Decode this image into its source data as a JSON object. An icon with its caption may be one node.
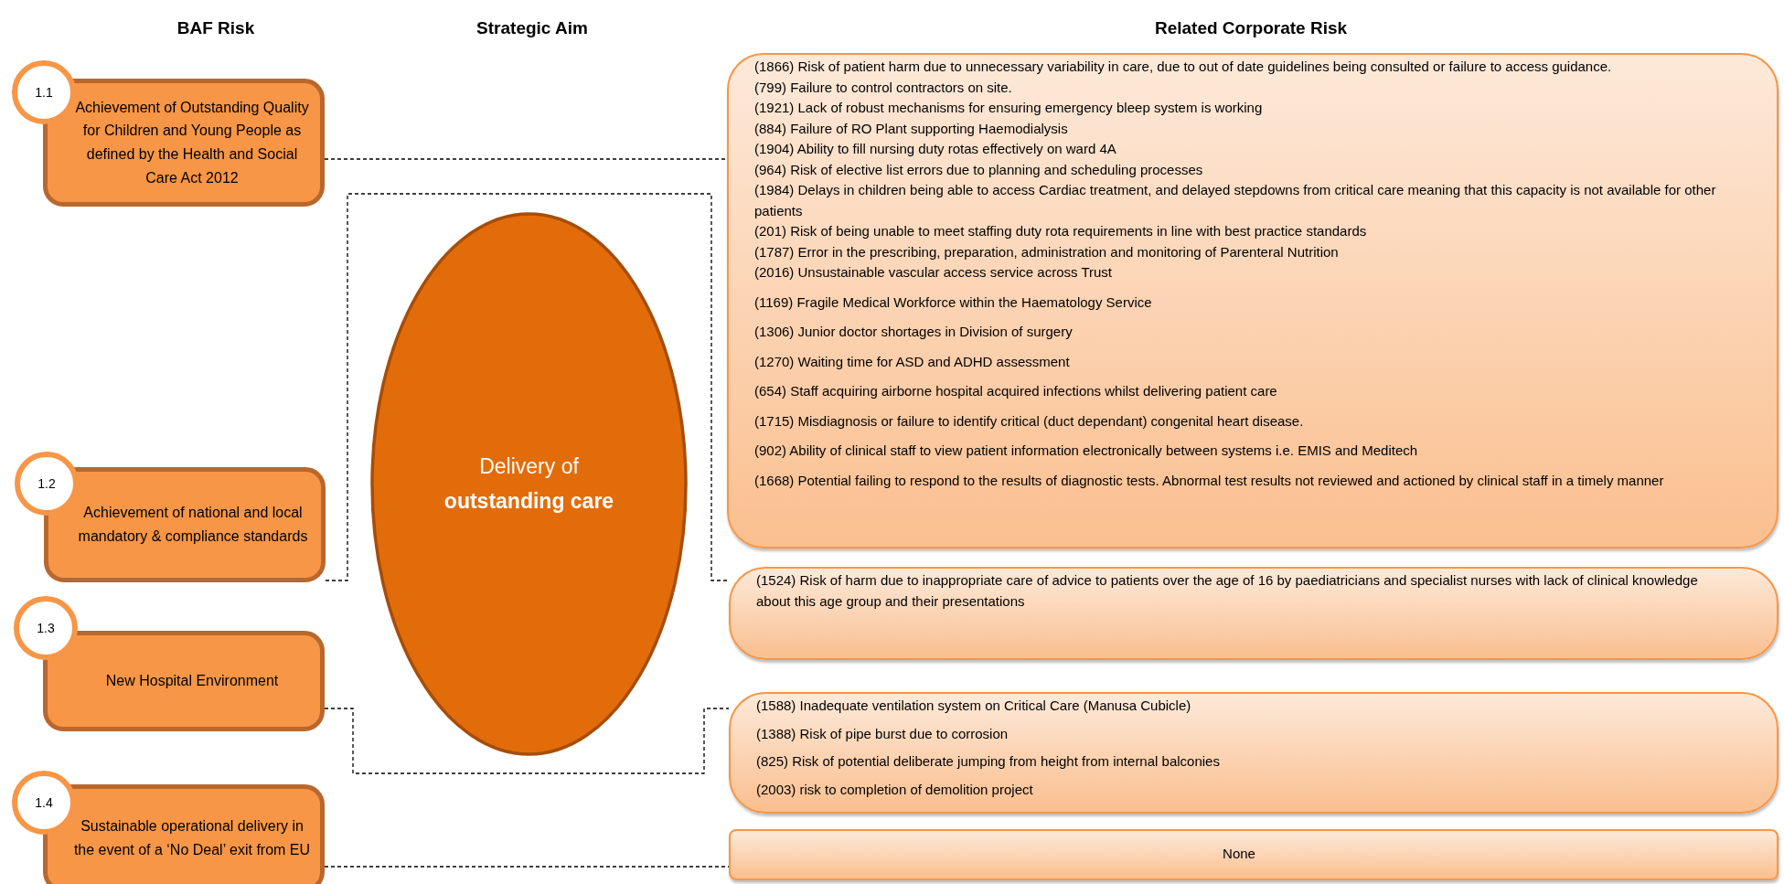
{
  "diagram": {
    "nodes": [
      {
        "text": [
          "1.1"
        ]
      },
      {
        "text": [
          "Achievement of Outstanding Quality for Children and Young People as defined by the Health and Social Care Act 2012"
        ]
      },
      {
        "text": [
          "1.2"
        ]
      },
      {
        "text": [
          "Achievement of national and local mandatory & compliance standards"
        ]
      },
      {
        "text": [
          "1.3"
        ]
      },
      {
        "text": [
          "New Hospital Environment"
        ]
      },
      {
        "text": [
          "1.4"
        ]
      },
      {
        "text": [
          "Sustainable operational delivery in the event of a ‘No Deal’ exit from EU"
        ]
      },
      {
        "text": [
          "Delivery of **outstanding care**"
        ]
      },
      {
        "text": [
          "(1866) Risk of patient harm due to unnecessary variability in care, due to out of date guidelines being consulted or failure to access guidance.",
          "(799) Failure to control contractors on site.",
          "(1921) Lack of robust mechanisms for ensuring emergency bleep system is working",
          "(884) Failure of RO Plant supporting Haemodialysis",
          "(1904) Ability to fill nursing duty rotas effectively on ward 4A",
          "(964)  Risk of elective list errors due to planning and scheduling processes",
          "(1984) Delays in children being able to access Cardiac treatment, and delayed stepdowns from critical care meaning that this capacity is not available for other patients",
          "(201) Risk of being unable to meet staffing duty rota requirements in line with best practice standards",
          "(1787) Error in the prescribing, preparation, administration and monitoring of Parenteral Nutrition",
          "(2016) Unsustainable vascular access service across Trust",
          "(1169) Fragile Medical Workforce within the Haematology Service",
          "(1306) Junior doctor shortages in Division of surgery",
          "(1270) Waiting time for ASD and ADHD assessment",
          "(654) Staff acquiring airborne hospital acquired infections whilst delivering patient care",
          "(1715)  Misdiagnosis or failure to identify critical (duct dependant) congenital heart disease.",
          "(902) Ability of clinical staff to view patient information electronically between systems i.e. EMIS and Meditech",
          "(1668) Potential failing to respond to the results of diagnostic tests. Abnormal test results not reviewed and actioned by clinical staff in a timely manner"
        ]
      },
      {
        "text": [
          "(1524) Risk of harm due to inappropriate care of advice to patients over the age of 16 by paediatricians and specialist nurses with lack of clinical knowledge about this age group and  their presentations"
        ]
      },
      {
        "text": [
          "(1588) Inadequate ventilation system on Critical Care (Manusa Cubicle)",
          "(1388) Risk of pipe burst due to corrosion",
          "(825) Risk of potential deliberate jumping from height from internal balconies",
          "(2003) risk to completion of demolition project"
        ]
      },
      {
        "text": [
          "None"
        ]
      }
    ],
    "edges": [
      {
        "from": 1,
        "to": 9,
        "arrow": "none",
        "style": "dashed"
      },
      {
        "from": 3,
        "to": 10,
        "arrow": "none",
        "style": "dashed"
      },
      {
        "from": 5,
        "to": 11,
        "arrow": "none",
        "style": "dashed"
      },
      {
        "from": 7,
        "to": 12,
        "arrow": "none",
        "style": "dashed"
      }
    ],
    "labels": [
      "BAF Risk",
      "Strategic Aim",
      "Related Corporate Risk"
    ]
  }
}
